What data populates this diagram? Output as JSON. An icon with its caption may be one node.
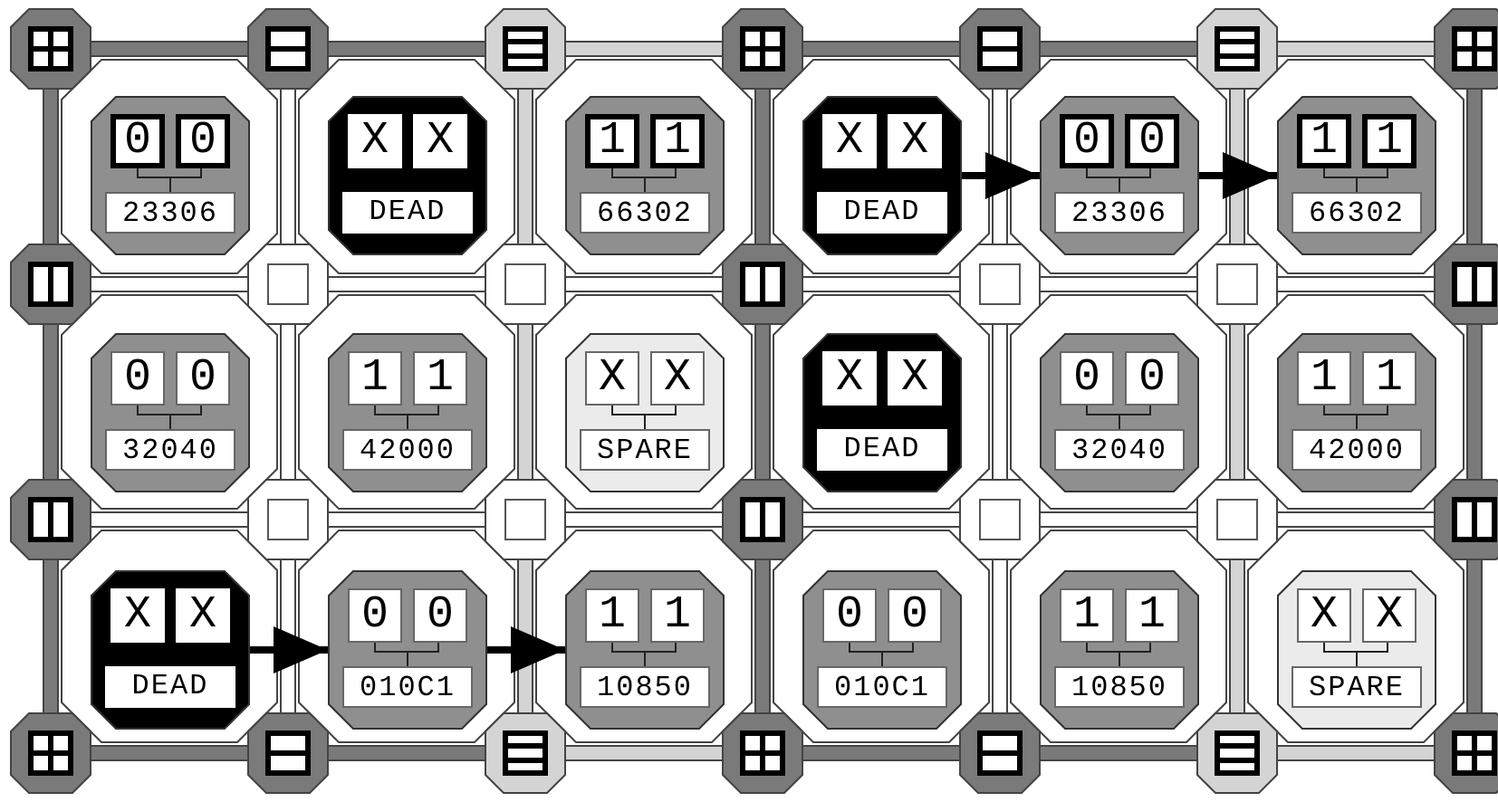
{
  "diagram": {
    "nodes": [
      {
        "text": [
          "0",
          "0",
          "23306"
        ]
      },
      {
        "text": [
          "X",
          "X",
          "DEAD"
        ]
      },
      {
        "text": [
          "1",
          "1",
          "66302"
        ]
      },
      {
        "text": [
          "X",
          "X",
          "DEAD"
        ]
      },
      {
        "text": [
          "0",
          "0",
          "23306"
        ]
      },
      {
        "text": [
          "1",
          "1",
          "66302"
        ]
      },
      {
        "text": [
          "0",
          "0",
          "32040"
        ]
      },
      {
        "text": [
          "1",
          "1",
          "42000"
        ]
      },
      {
        "text": [
          "X",
          "X",
          "SPARE"
        ]
      },
      {
        "text": [
          "X",
          "X",
          "DEAD"
        ]
      },
      {
        "text": [
          "0",
          "0",
          "32040"
        ]
      },
      {
        "text": [
          "1",
          "1",
          "42000"
        ]
      },
      {
        "text": [
          "X",
          "X",
          "DEAD"
        ]
      },
      {
        "text": [
          "0",
          "0",
          "010C1"
        ]
      },
      {
        "text": [
          "1",
          "1",
          "10850"
        ]
      },
      {
        "text": [
          "0",
          "0",
          "010C1"
        ]
      },
      {
        "text": [
          "1",
          "1",
          "10850"
        ]
      },
      {
        "text": [
          "X",
          "X",
          "SPARE"
        ]
      }
    ],
    "edges": [
      {
        "from": 3,
        "to": 4,
        "arrow": "to"
      },
      {
        "from": 4,
        "to": 5,
        "arrow": "to"
      },
      {
        "from": 12,
        "to": 13,
        "arrow": "to"
      },
      {
        "from": 13,
        "to": 14,
        "arrow": "to"
      }
    ]
  }
}
